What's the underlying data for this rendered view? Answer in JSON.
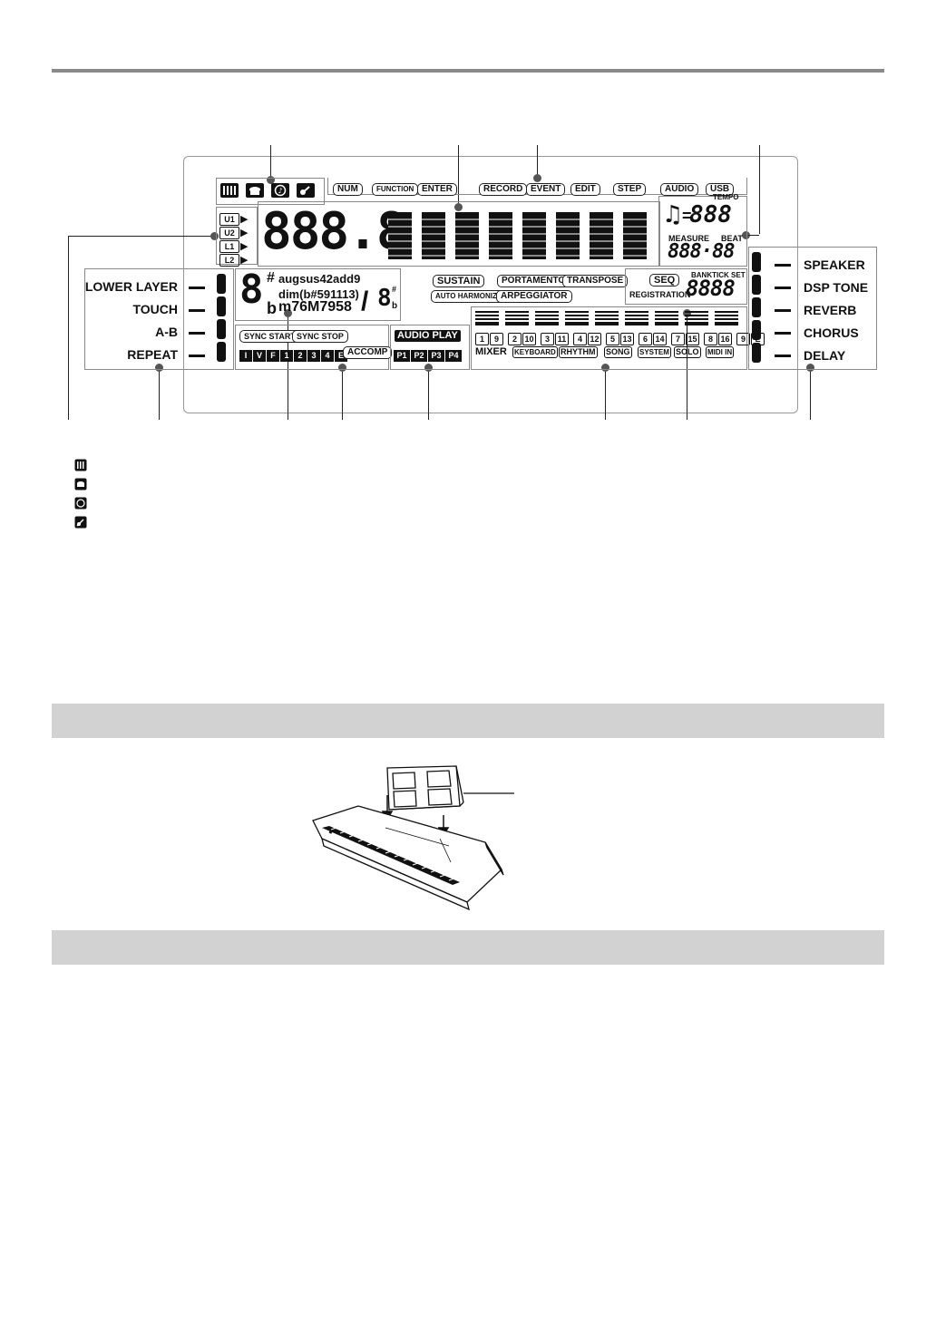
{
  "lcd": {
    "top_buttons": [
      "NUM",
      "FUNCTION",
      "ENTER",
      "RECORD",
      "EVENT",
      "EDIT",
      "STEP",
      "AUDIO",
      "USB"
    ],
    "part_indicators": [
      "U1",
      "U2",
      "L1",
      "L2"
    ],
    "main_digits": "888.8",
    "tempo_label": "TEMPO",
    "tempo_value": "888",
    "measure_label": "MEASURE",
    "beat_label": "BEAT",
    "measure_value": "888·88",
    "left_labels": [
      "LOWER LAYER",
      "TOUCH",
      "A-B",
      "REPEAT"
    ],
    "right_labels": [
      "SPEAKER",
      "DSP TONE",
      "REVERB",
      "CHORUS",
      "DELAY"
    ],
    "chord": {
      "root": "8",
      "sharp": "#",
      "flat": "b",
      "line1": "augsus42add9",
      "line2": "dim(b#591113)",
      "line3": "m76M7958",
      "slash": "/",
      "bass": "8"
    },
    "effects_row1": [
      "SUSTAIN",
      "PORTAMENTO",
      "TRANSPOSE"
    ],
    "effects_row2": [
      "AUTO HARMONIZE",
      "ARPEGGIATOR"
    ],
    "seq_label": "SEQ",
    "bank_label": "BANK",
    "tick_label": "TICK",
    "set_label": "SET",
    "registration_label": "REGISTRATION",
    "registration_value": "8888",
    "sync_start": "SYNC START",
    "sync_stop": "SYNC STOP",
    "pattern_filled": [
      "I",
      "V",
      "F",
      "1"
    ],
    "pattern_plain": [
      "2",
      "3",
      "4",
      "E"
    ],
    "accomp_label": "ACCOMP",
    "audio_play": "AUDIO PLAY",
    "play_slots": [
      "P1",
      "P2",
      "P3",
      "P4"
    ],
    "mixer_label": "MIXER",
    "mixer_channels": [
      "1",
      "9",
      "2",
      "10",
      "3",
      "11",
      "4",
      "12",
      "5",
      "13",
      "6",
      "14",
      "7",
      "15",
      "8",
      "16",
      "9",
      "E"
    ],
    "mixer_modes": [
      "KEYBOARD",
      "RHYTHM",
      "SONG",
      "SYSTEM",
      "SOLO",
      "MIDI IN"
    ]
  },
  "mode_icons": [
    "piano-icon",
    "drum-icon",
    "music-note-icon",
    "guitar-icon"
  ]
}
